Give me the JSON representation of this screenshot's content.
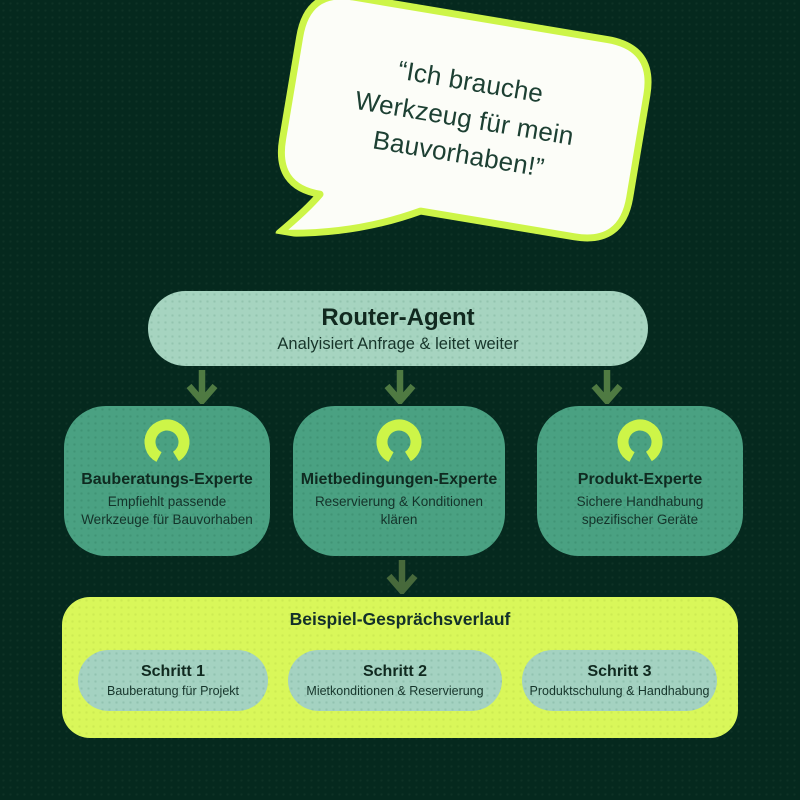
{
  "colors": {
    "background": "#05291e",
    "mint": "#a6d4c0",
    "teal_green": "#4aa182",
    "lime_panel": "#d9f75a",
    "lime_accent": "#cdf548",
    "dark_text": "#143028",
    "arrow_green": "#4f7a42",
    "bubble_fill": "#fcfdf8"
  },
  "bubble": {
    "lines": [
      "“Ich brauche",
      "Werkzeug für mein",
      "Bauvorhaben!”"
    ]
  },
  "router": {
    "title": "Router-Agent",
    "subtitle": "Analyisiert Anfrage & leitet weiter"
  },
  "experts": [
    {
      "title": "Bauberatungs-Experte",
      "subtitle": "Empfiehlt passende Werkzeuge für Bauvorhaben"
    },
    {
      "title": "Mietbedingungen-Experte",
      "subtitle": "Reservierung & Konditionen klären"
    },
    {
      "title": "Produkt-Experte",
      "subtitle": "Sichere Handhabung spezifischer Geräte"
    }
  ],
  "conversation": {
    "title": "Beispiel-Gesprächsverlauf",
    "steps": [
      {
        "title": "Schritt 1",
        "subtitle": "Bauberatung für Projekt"
      },
      {
        "title": "Schritt 2",
        "subtitle": "Mietkonditionen & Reservierung"
      },
      {
        "title": "Schritt 3",
        "subtitle": "Produktschulung & Handhabung"
      }
    ]
  }
}
